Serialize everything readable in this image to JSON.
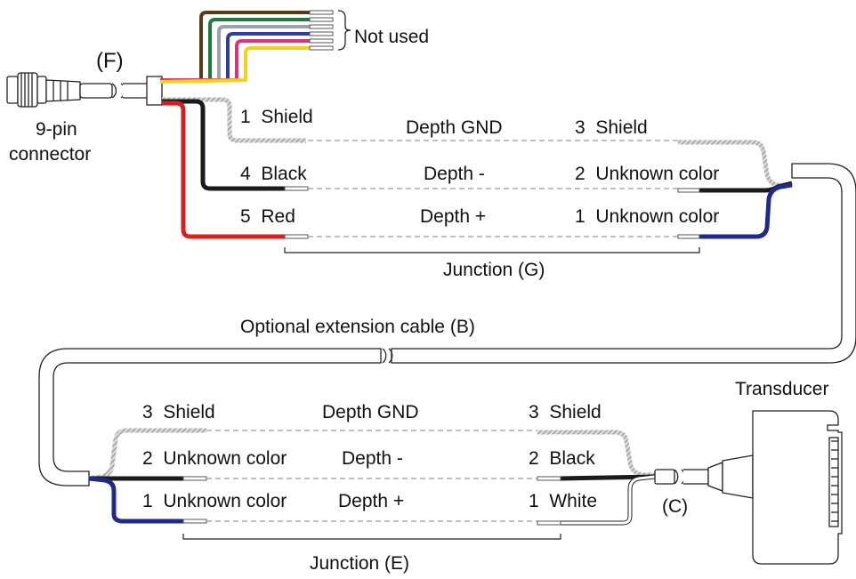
{
  "colors": {
    "brown": "#5b3a17",
    "green": "#1f7a3c",
    "gray": "#9aa3ad",
    "blue": "#2f3d9e",
    "magenta": "#e0307a",
    "yellow": "#f2d21b",
    "red": "#d91e1e",
    "black": "#1a1a1a",
    "navy": "#1f2a8a",
    "shield": "#b8b8b8"
  },
  "top": {
    "not_used": "Not used",
    "connector_ref": "(F)",
    "connector_label_1": "9-pin",
    "connector_label_2": "connector",
    "rows": [
      {
        "left": "1  Shield",
        "mid": "Depth GND",
        "right": "3  Shield"
      },
      {
        "left": "4  Black",
        "mid": "Depth -",
        "right": "2  Unknown color"
      },
      {
        "left": "5  Red",
        "mid": "Depth +",
        "right": "1  Unknown color"
      }
    ],
    "junction": "Junction (G)"
  },
  "extension": "Optional extension cable (B)",
  "bottom": {
    "transducer": "Transducer",
    "transducer_ref": "(C)",
    "rows": [
      {
        "left": "3  Shield",
        "mid": "Depth GND",
        "right": "3  Shield"
      },
      {
        "left": "2  Unknown color",
        "mid": "Depth -",
        "right": "2  Black"
      },
      {
        "left": "1  Unknown color",
        "mid": "Depth +",
        "right": "1  White"
      }
    ],
    "junction": "Junction (E)"
  }
}
